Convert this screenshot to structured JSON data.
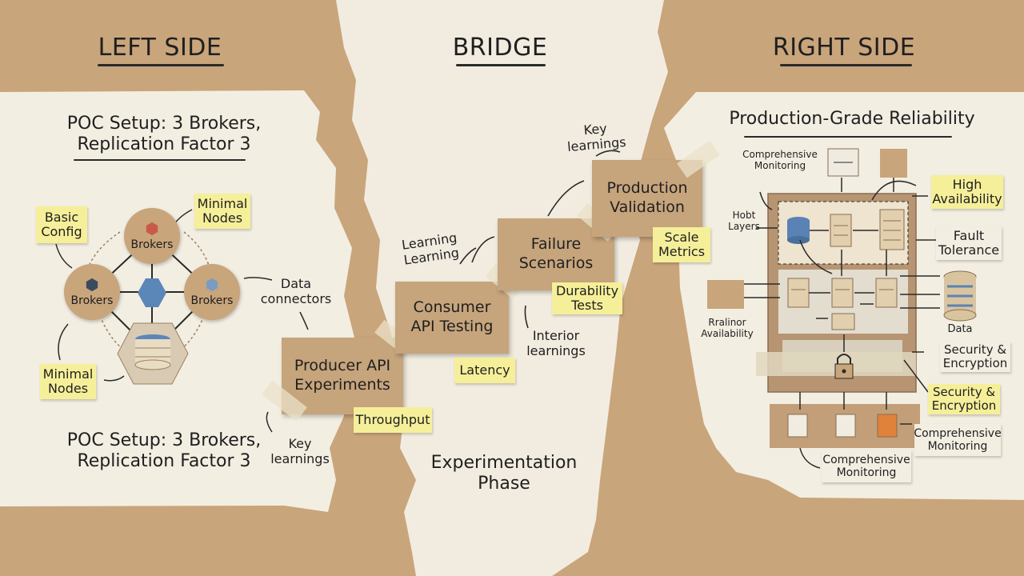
{
  "headings": {
    "left": "LEFT SIDE",
    "bridge": "BRIDGE",
    "right": "RIGHT SIDE"
  },
  "left": {
    "title_top": [
      "POC Setup: 3 Brokers,",
      "Replication Factor 3"
    ],
    "title_bottom": [
      "POC Setup: 3 Brokers,",
      "Replication Factor 3"
    ],
    "basic_config": [
      "Basic",
      "Config"
    ],
    "minimal_nodes_top": [
      "Minimal",
      "Nodes"
    ],
    "minimal_nodes_bottom": [
      "Minimal",
      "Nodes"
    ],
    "broker_top": "Brokers",
    "broker_left": "Brokers",
    "broker_right": "Brokers",
    "data_connectors": [
      "Data",
      "connectors"
    ],
    "key_learnings": [
      "Key",
      "learnings"
    ],
    "broker_colors": {
      "top": "#c85a4a",
      "left": "#3b4b5e",
      "right": "#7a9cc3",
      "center": "#5b86b8"
    }
  },
  "bridge": {
    "producer": [
      "Producer API",
      "Experiments"
    ],
    "throughput": "Throughput",
    "consumer": [
      "Consumer",
      "API Testing"
    ],
    "latency": "Latency",
    "failure": [
      "Failure",
      "Scenarios"
    ],
    "durability": [
      "Durability",
      "Tests"
    ],
    "production": [
      "Production",
      "Validation"
    ],
    "scale_metrics": [
      "Scale",
      "Metrics"
    ],
    "learning": [
      "Learning",
      "Learning"
    ],
    "key_learnings": [
      "Key",
      "learnings"
    ],
    "interior_learnings": [
      "Interior",
      "learnings"
    ],
    "phase": [
      "Experimentation",
      "Phase"
    ]
  },
  "right": {
    "title": "Production-Grade Reliability",
    "comprehensive_monitoring_top": [
      "Comprehensive",
      "Monitoring"
    ],
    "hobt_layers": [
      "Hobt",
      "Layers"
    ],
    "rralinor": [
      "Rralinor",
      "Availability"
    ],
    "high_availability": [
      "High",
      "Availability"
    ],
    "fault_tolerance": [
      "Fault",
      "Tolerance"
    ],
    "data": "Data",
    "security_1": [
      "Security &",
      "Encryption"
    ],
    "security_2": [
      "Security &",
      "Encryption"
    ],
    "comprehensive_monitoring_right": [
      "Comprehensive",
      "Monitoring"
    ],
    "comprehensive_monitoring_bottom": [
      "Comprehensive",
      "Monitoring"
    ],
    "accent_orange": "#e0823a",
    "accent_blue": "#5a82b4"
  }
}
